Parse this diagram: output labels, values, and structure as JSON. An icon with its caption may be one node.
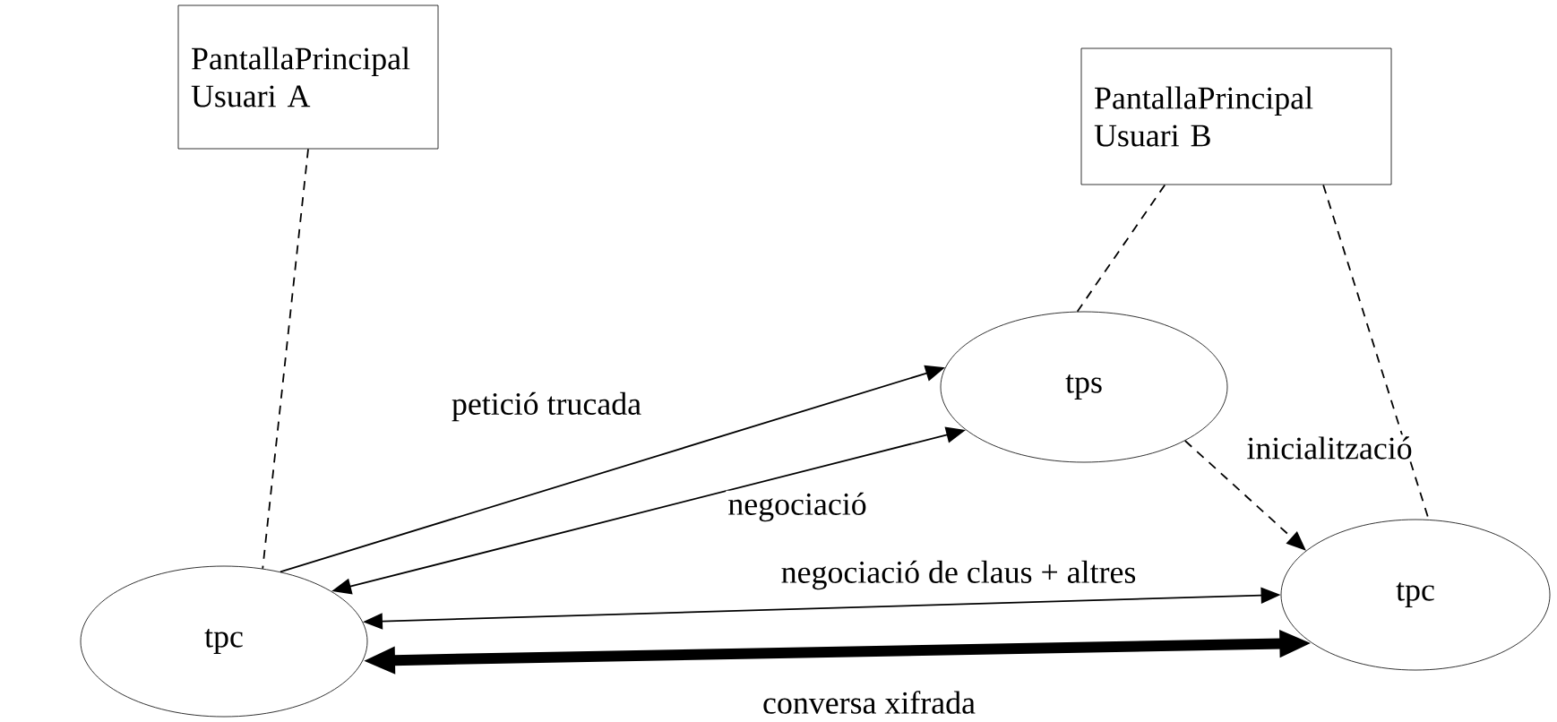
{
  "diagram": {
    "nodes": [
      {
        "text": [
          "PantallaPrincipal Usuari A"
        ]
      },
      {
        "text": [
          "PantallaPrincipal Usuari B"
        ]
      },
      {
        "text": [
          "tpc"
        ]
      },
      {
        "text": [
          "tps"
        ]
      },
      {
        "text": [
          "tpc"
        ]
      }
    ],
    "edges": [
      {
        "from": 0,
        "to": 2,
        "arrow": "none",
        "style": "dashed"
      },
      {
        "from": 1,
        "to": 3,
        "arrow": "none",
        "style": "dashed"
      },
      {
        "from": 1,
        "to": 4,
        "arrow": "none",
        "style": "dashed"
      },
      {
        "from": 2,
        "to": 3,
        "arrow": "to",
        "label": "petició trucada"
      },
      {
        "from": 2,
        "to": 3,
        "arrow": "both",
        "label": "negociació"
      },
      {
        "from": 3,
        "to": 4,
        "arrow": "to",
        "style": "dashed",
        "label": "inicialització"
      },
      {
        "from": 2,
        "to": 4,
        "arrow": "both",
        "label": "negociació de claus + altres"
      },
      {
        "from": 2,
        "to": 4,
        "arrow": "both",
        "style": "thick",
        "label": "conversa xifrada"
      }
    ]
  }
}
